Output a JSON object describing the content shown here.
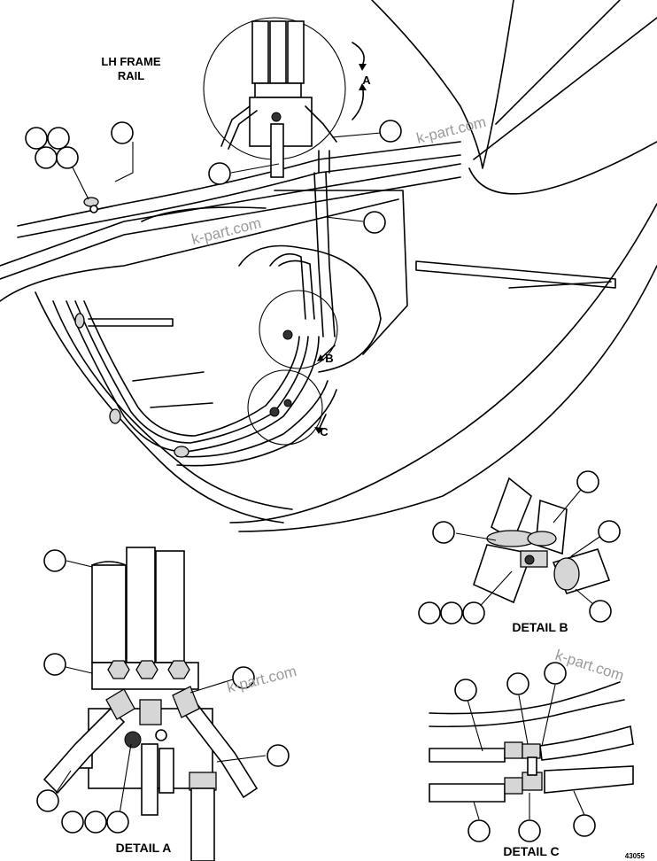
{
  "labels": {
    "frame_rail": [
      "LH FRAME",
      "RAIL"
    ],
    "arrow_a": "A",
    "arrow_b": "B",
    "arrow_c": "C",
    "detail_a": "DETAIL A",
    "detail_b": "DETAIL B",
    "detail_c": "DETAIL C",
    "figure_number": "43055"
  },
  "watermark": "k-part.com",
  "colors": {
    "line": "#000000",
    "watermark": "#9a9a9a",
    "background": "#ffffff"
  }
}
